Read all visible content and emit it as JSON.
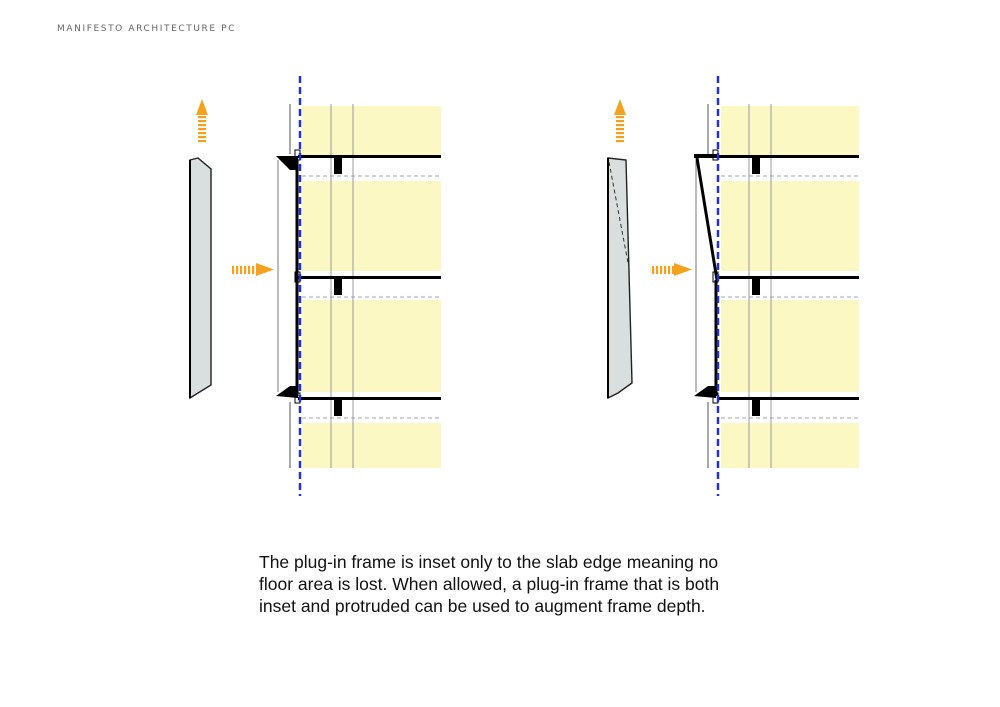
{
  "header": {
    "title": "MANIFESTO ARCHITECTURE PC"
  },
  "caption": {
    "lines": [
      "The plug-in frame is inset only to the slab edge meaning no",
      "floor area is lost. When allowed, a plug-in frame that is both",
      "inset and protruded can be used to augment frame depth."
    ]
  },
  "colors": {
    "floor_fill": "#fbf8c4",
    "panel_fill": "#d9dede",
    "arrow": "#f4a21e",
    "reference_line": "#2233cc",
    "structure": "#000000"
  },
  "icons": {
    "install_arrow_up": "arrow-up-icon",
    "install_arrow_right": "arrow-right-icon"
  }
}
